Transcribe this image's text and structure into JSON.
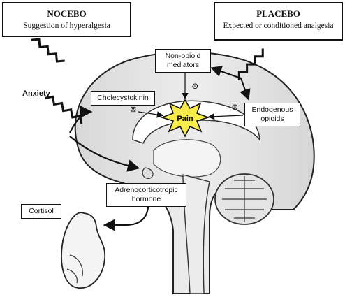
{
  "nocebo": {
    "title": "NOCEBO",
    "subtitle": "Suggestion of hyperalgesia"
  },
  "placebo": {
    "title": "PLACEBO",
    "subtitle": "Expected or conditioned analgesia"
  },
  "labels": {
    "anxiety": "Anxiety",
    "cholecystokinin": "Cholecystokinin",
    "non_opioid_line1": "Non-opioid",
    "non_opioid_line2": "mediators",
    "endogenous_line1": "Endogenous",
    "endogenous_line2": "opioids",
    "pain": "Pain",
    "acth_line1": "Adrenocorticotropic",
    "acth_line2": "hormone",
    "cortisol": "Cortisol"
  },
  "symbols": {
    "inhibit": "Θ",
    "stimulate": "⊠"
  }
}
